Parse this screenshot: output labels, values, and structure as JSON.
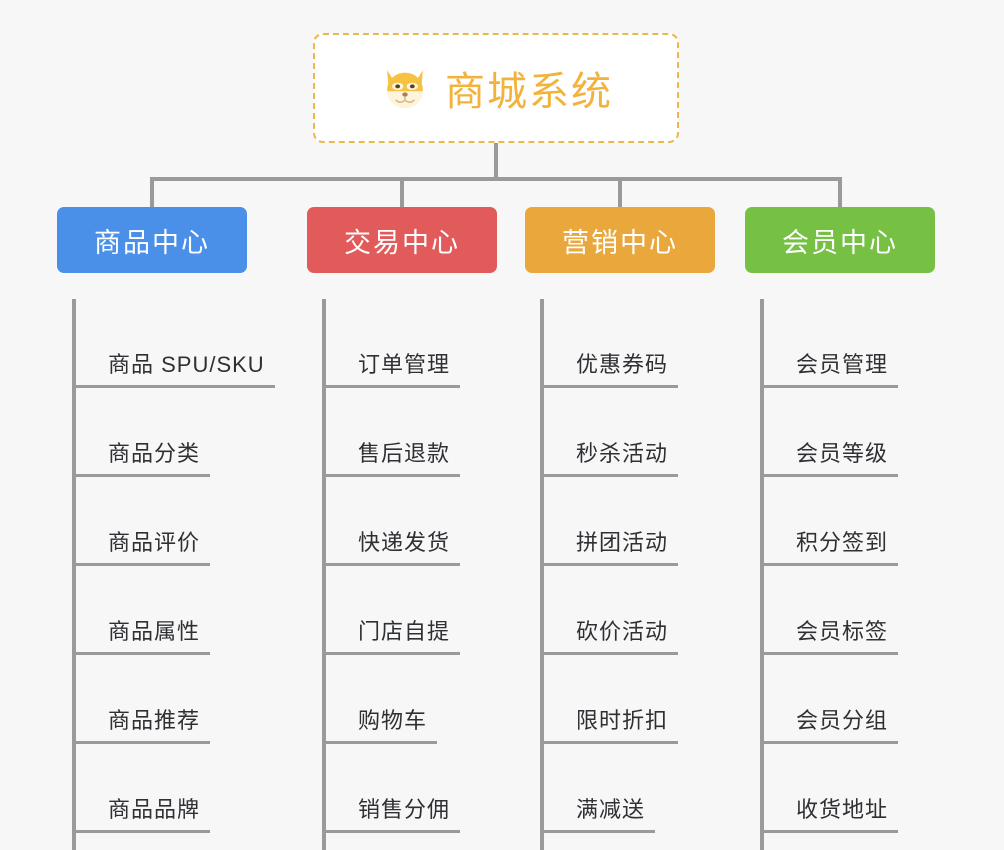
{
  "diagram": {
    "background_color": "#f7f7f7",
    "root": {
      "title": "商城系统",
      "icon": "shiba-dog-face-icon",
      "text_color": "#f2b33d",
      "border_color": "#e9b949"
    },
    "connector_color": "#9a9a9a",
    "columns": [
      {
        "label": "商品中心",
        "color": "#4a90e8",
        "items": [
          "商品 SPU/SKU",
          "商品分类",
          "商品评价",
          "商品属性",
          "商品推荐",
          "商品品牌"
        ]
      },
      {
        "label": "交易中心",
        "color": "#e15b5b",
        "items": [
          "订单管理",
          "售后退款",
          "快递发货",
          "门店自提",
          "购物车",
          "销售分佣"
        ]
      },
      {
        "label": "营销中心",
        "color": "#eaa73c",
        "items": [
          "优惠券码",
          "秒杀活动",
          "拼团活动",
          "砍价活动",
          "限时折扣",
          "满减送"
        ]
      },
      {
        "label": "会员中心",
        "color": "#76c043",
        "items": [
          "会员管理",
          "会员等级",
          "积分签到",
          "会员标签",
          "会员分组",
          "收货地址"
        ]
      }
    ]
  }
}
